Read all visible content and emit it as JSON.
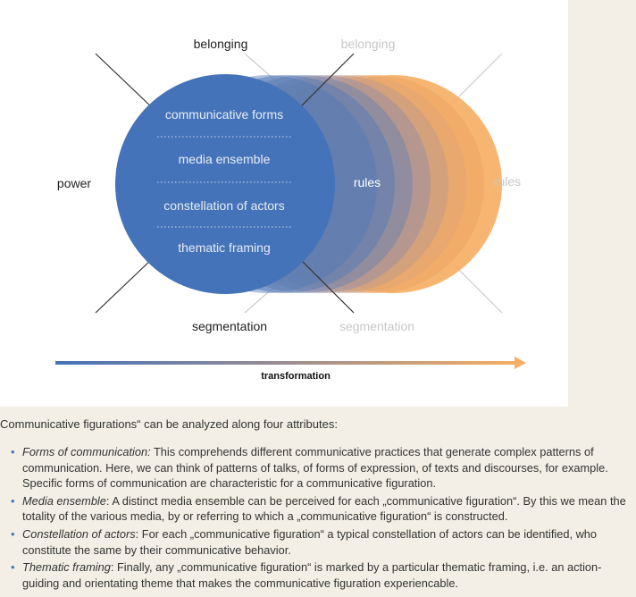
{
  "diagram": {
    "labels": {
      "belonging_primary": "belonging",
      "belonging_faded": "belonging",
      "power": "power",
      "rules_primary": "rules",
      "rules_faded": "rules",
      "segmentation_primary": "segmentation",
      "segmentation_faded": "segmentation",
      "transformation": "transformation"
    },
    "circle_rows": [
      "communicative forms",
      "media ensemble",
      "constellation of actors",
      "thematic framing"
    ],
    "colors": {
      "primary_blue": "#4573b9",
      "accent_orange": "#f5ae63",
      "faded_label": "#c7c7c7",
      "line_dark": "#333333",
      "line_faded": "#cccccc"
    }
  },
  "text": {
    "intro": "Communicative figurations“ can be  analyzed along four attributes:",
    "attributes": [
      {
        "term": "Forms of communication:",
        "sep": " ",
        "body": "This comprehends different communicative practices that generate complex patterns of communication. Here, we can think of patterns of talks, of forms of expression, of texts and discourses, for example. Specific forms of communication are characteristic for a communicative figuration."
      },
      {
        "term": "Media ensemble",
        "sep": ": ",
        "body": "A distinct media ensemble can be perceived for each „communicative figuration“. By this we mean the totality of the various media, by or referring to which a „communicative figuration“ is constructed."
      },
      {
        "term": "Constellation of actors",
        "sep": ": ",
        "body": "For each „communicative figuration“ a typical constellation of actors can be identified, who constitute the same by their communicative behavior."
      },
      {
        "term": "Thematic framing",
        "sep": ": ",
        "body": "Finally, any „communicative figuration“ is marked by a particular thematic framing, i.e. an action-guiding and orientating theme that makes the communicative figuration experiencable."
      }
    ]
  }
}
